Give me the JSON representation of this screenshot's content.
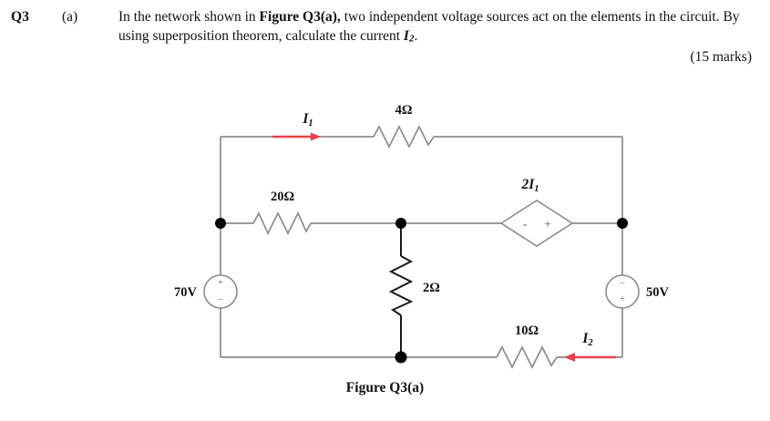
{
  "question": {
    "number": "Q3",
    "part": "(a)",
    "text_run_1": "In the network shown in ",
    "text_bold_1": "Figure Q3(a),",
    "text_run_2": " two independent voltage sources act on the elements in the circuit. By using superposition theorem, calculate the current ",
    "text_italic_current": "I",
    "text_italic_sub": "2",
    "text_run_3": ".",
    "marks": "(15 marks)"
  },
  "figure": {
    "caption": "Figure Q3(a)",
    "components": {
      "resistor_top": "4Ω",
      "resistor_left_middle": "20Ω",
      "resistor_center_vertical": "2Ω",
      "resistor_bottom": "10Ω",
      "dependent_source": "2I",
      "dependent_source_sub": "1",
      "dependent_source_minus": "-",
      "dependent_source_plus": "+",
      "source_left": "70V",
      "source_left_plus": "+",
      "source_left_minus": "–",
      "source_right": "50V",
      "source_right_minus": "–",
      "source_right_plus": "+",
      "current_top": "I",
      "current_top_sub": "1",
      "current_bottom": "I",
      "current_bottom_sub": "2"
    },
    "colors": {
      "wire": "#8c8c8c",
      "resistor_light": "#8c8c8c",
      "resistor_dark": "#1a1a1a",
      "node": "#000000",
      "arrow": "#e8414a",
      "text": "#111111"
    }
  }
}
